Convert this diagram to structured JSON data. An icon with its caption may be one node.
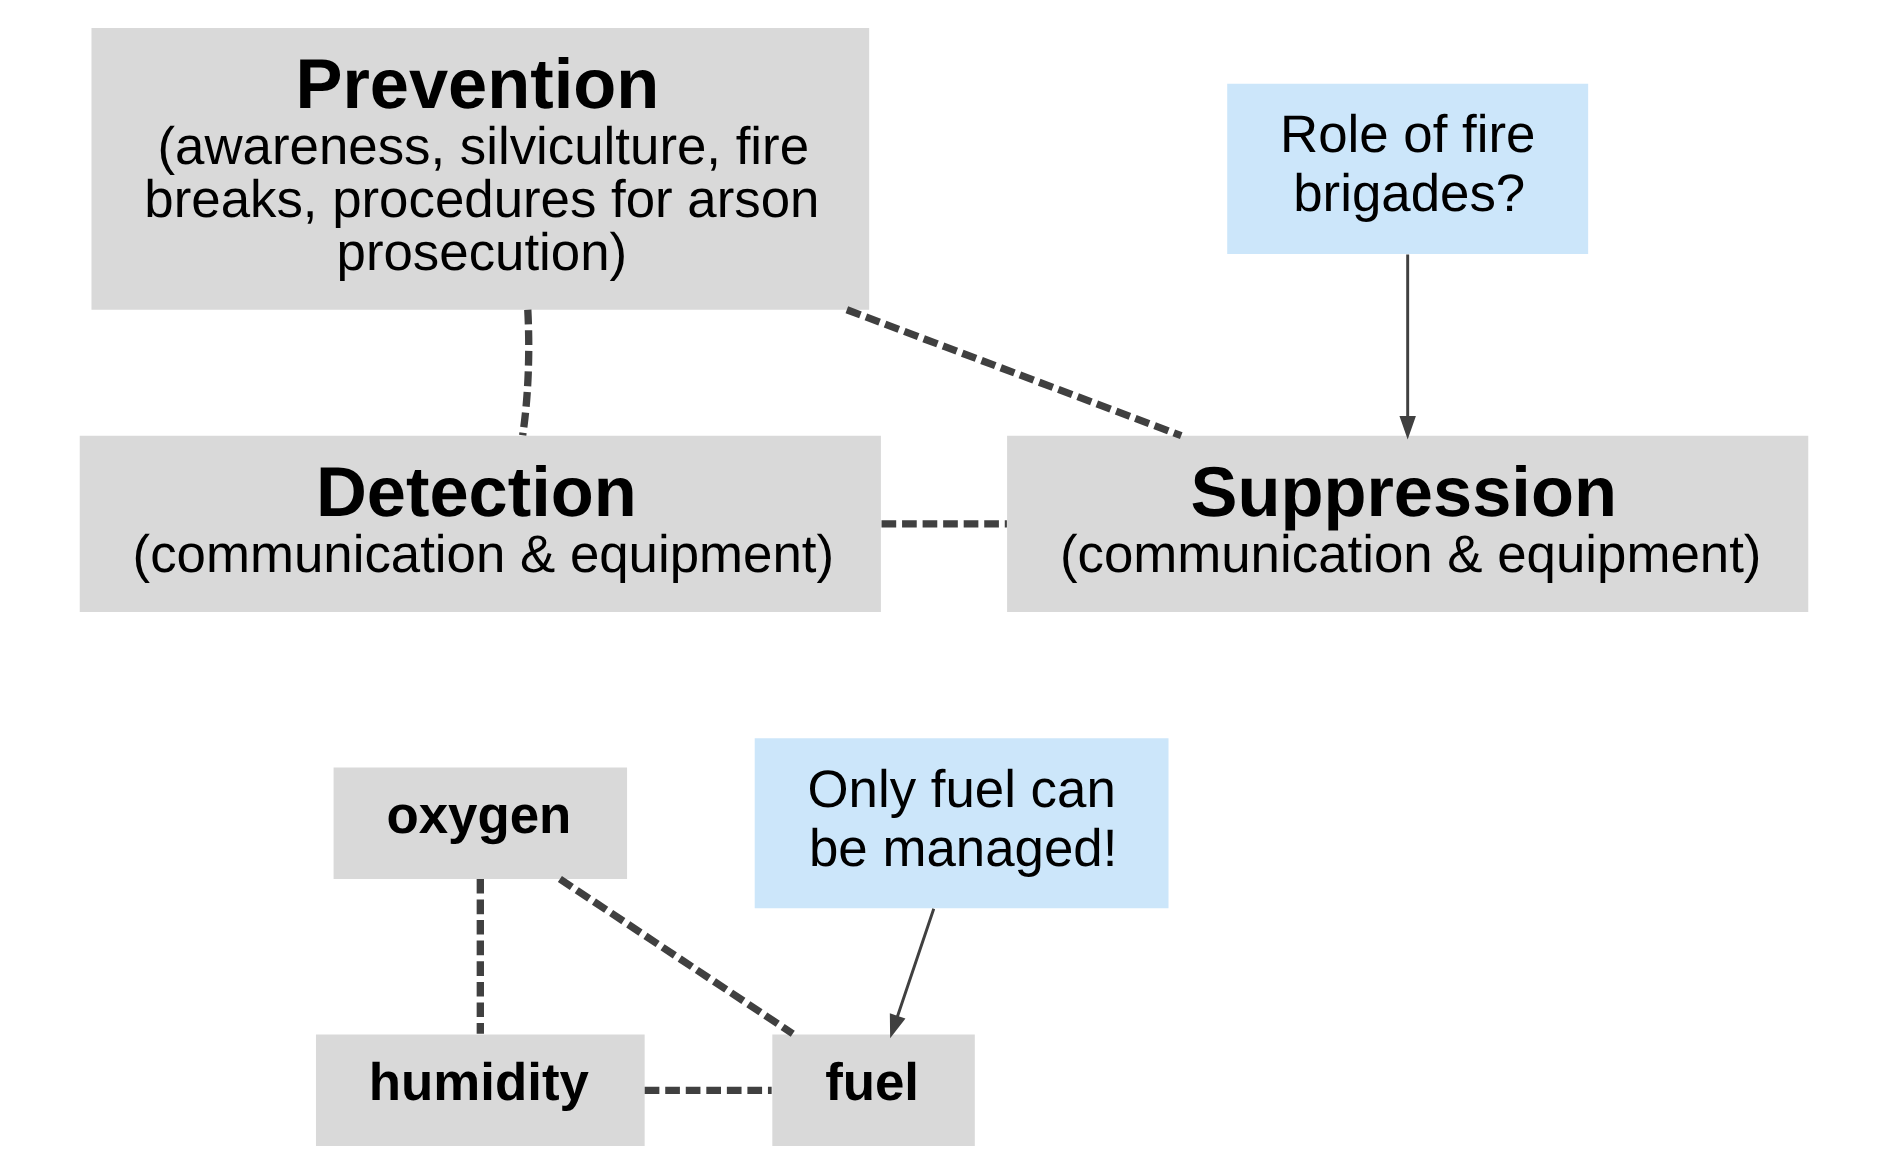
{
  "diagram": {
    "nodes": [
      {
        "text": [
          "Prevention",
          "(awareness, silviculture, fire breaks, procedures for arson prosecution)"
        ]
      },
      {
        "text": [
          "Detection",
          "(communication & equipment)"
        ]
      },
      {
        "text": [
          "Suppression",
          "(communication & equipment)"
        ]
      },
      {
        "text": [
          "Role of fire brigades?"
        ]
      },
      {
        "text": [
          "oxygen"
        ]
      },
      {
        "text": [
          "humidity"
        ]
      },
      {
        "text": [
          "fuel"
        ]
      },
      {
        "text": [
          "Only fuel can be managed!"
        ]
      }
    ],
    "edges": [
      {
        "from": 0,
        "to": 1,
        "arrow": "none",
        "style": "dashed"
      },
      {
        "from": 0,
        "to": 2,
        "arrow": "none",
        "style": "dashed"
      },
      {
        "from": 1,
        "to": 2,
        "arrow": "none",
        "style": "dashed"
      },
      {
        "from": 3,
        "to": 2,
        "arrow": "to"
      },
      {
        "from": 4,
        "to": 5,
        "arrow": "none",
        "style": "dashed"
      },
      {
        "from": 4,
        "to": 6,
        "arrow": "none",
        "style": "dashed"
      },
      {
        "from": 5,
        "to": 6,
        "arrow": "none",
        "style": "dashed"
      },
      {
        "from": 7,
        "to": 6,
        "arrow": "to"
      }
    ]
  }
}
